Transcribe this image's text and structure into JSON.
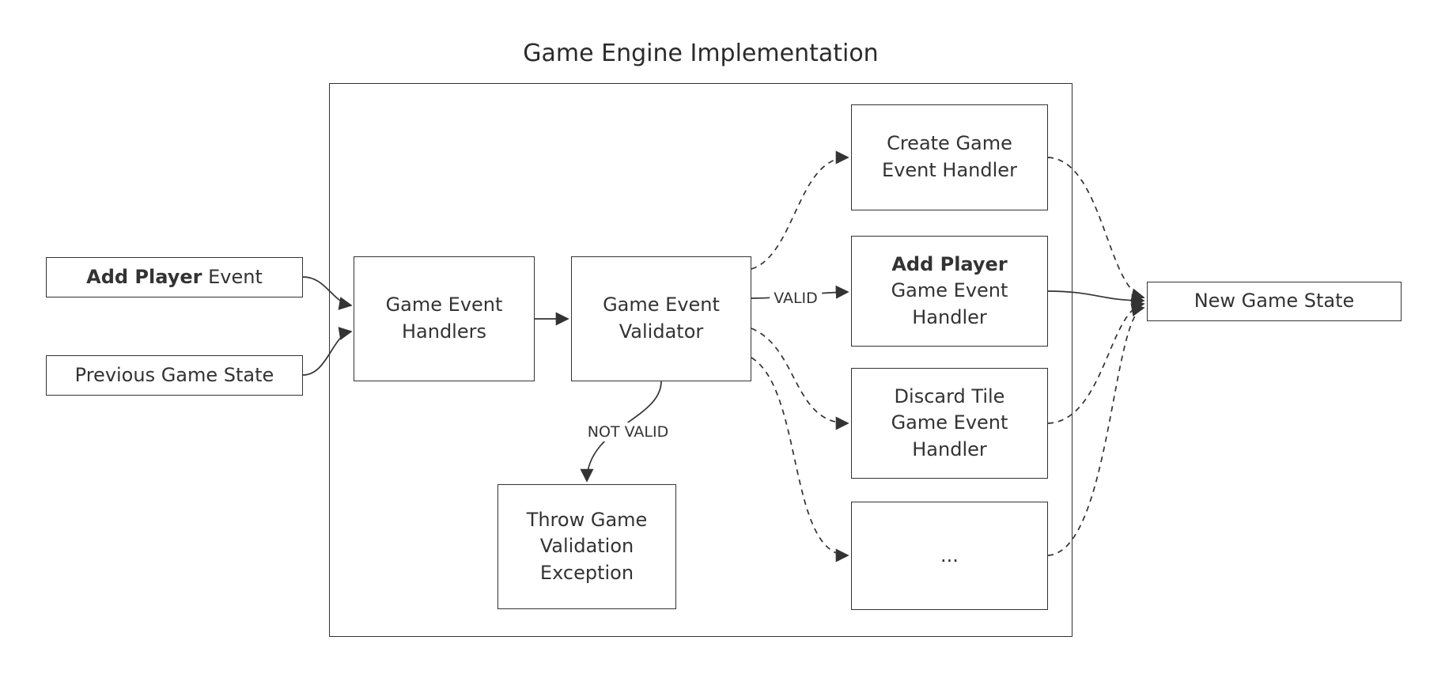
{
  "title": "Game Engine Implementation",
  "colors": {
    "stroke": "#333333",
    "node_fill": "#ffffff",
    "background": "#ffffff",
    "text": "#333333"
  },
  "nodes": {
    "add_player_event": {
      "bold": "Add Player",
      "rest": " Event"
    },
    "previous_game_state": {
      "label": "Previous Game State"
    },
    "game_event_handlers": {
      "label": "Game Event\nHandlers"
    },
    "game_event_validator": {
      "label": "Game Event\nValidator"
    },
    "throw_exception": {
      "label": "Throw Game\nValidation\nException"
    },
    "create_handler": {
      "label": "Create Game\nEvent Handler"
    },
    "add_player_handler": {
      "bold": "Add Player",
      "rest": "\nGame Event\nHandler"
    },
    "discard_handler": {
      "label": "Discard Tile\nGame Event\nHandler"
    },
    "other_handler": {
      "label": "..."
    },
    "new_game_state": {
      "label": "New Game State"
    }
  },
  "edge_labels": {
    "valid": "VALID",
    "not_valid": "NOT VALID"
  },
  "edges": [
    {
      "from": "add_player_event",
      "to": "game_event_handlers",
      "style": "solid"
    },
    {
      "from": "previous_game_state",
      "to": "game_event_handlers",
      "style": "solid"
    },
    {
      "from": "game_event_handlers",
      "to": "game_event_validator",
      "style": "solid"
    },
    {
      "from": "game_event_validator",
      "to": "throw_exception",
      "style": "solid",
      "label": "NOT VALID"
    },
    {
      "from": "game_event_validator",
      "to": "create_handler",
      "style": "dashed"
    },
    {
      "from": "game_event_validator",
      "to": "add_player_handler",
      "style": "solid",
      "label": "VALID"
    },
    {
      "from": "game_event_validator",
      "to": "discard_handler",
      "style": "dashed"
    },
    {
      "from": "game_event_validator",
      "to": "other_handler",
      "style": "dashed"
    },
    {
      "from": "add_player_handler",
      "to": "new_game_state",
      "style": "solid"
    },
    {
      "from": "create_handler",
      "to": "new_game_state",
      "style": "dashed"
    },
    {
      "from": "discard_handler",
      "to": "new_game_state",
      "style": "dashed"
    },
    {
      "from": "other_handler",
      "to": "new_game_state",
      "style": "dashed"
    }
  ]
}
